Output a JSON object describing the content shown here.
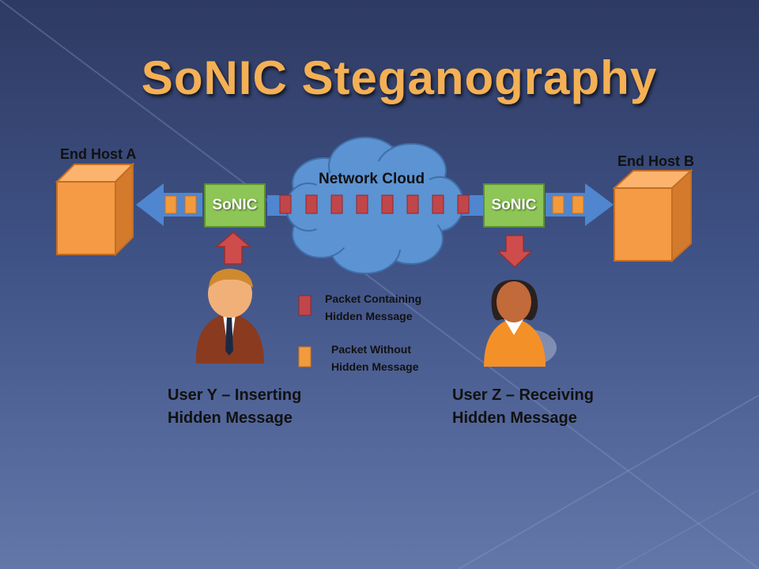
{
  "title": "SoNIC Steganography",
  "hosts": {
    "a": "End Host A",
    "b": "End Host B"
  },
  "cloud_label": "Network Cloud",
  "sonic_left": "SoNIC",
  "sonic_right": "SoNIC",
  "legend": {
    "hidden_line1": "Packet Containing",
    "hidden_line2": "Hidden Message",
    "plain_line1": "Packet Without",
    "plain_line2": "Hidden Message"
  },
  "users": {
    "y_line1": "User Y – Inserting",
    "y_line2": "Hidden Message",
    "z_line1": "User Z – Receiving",
    "z_line2": "Hidden Message"
  },
  "colors": {
    "packet_hidden": "#c0464a",
    "packet_plain": "#f39a3c",
    "host": "#f59a45",
    "sonic": "#8dc656",
    "cloud": "#5c93d2",
    "arrow": "#4f86cf",
    "title": "#f4b055"
  },
  "icons": [
    "user-y-icon",
    "user-z-icon",
    "up-arrow-icon",
    "down-arrow-icon",
    "cloud-icon"
  ]
}
